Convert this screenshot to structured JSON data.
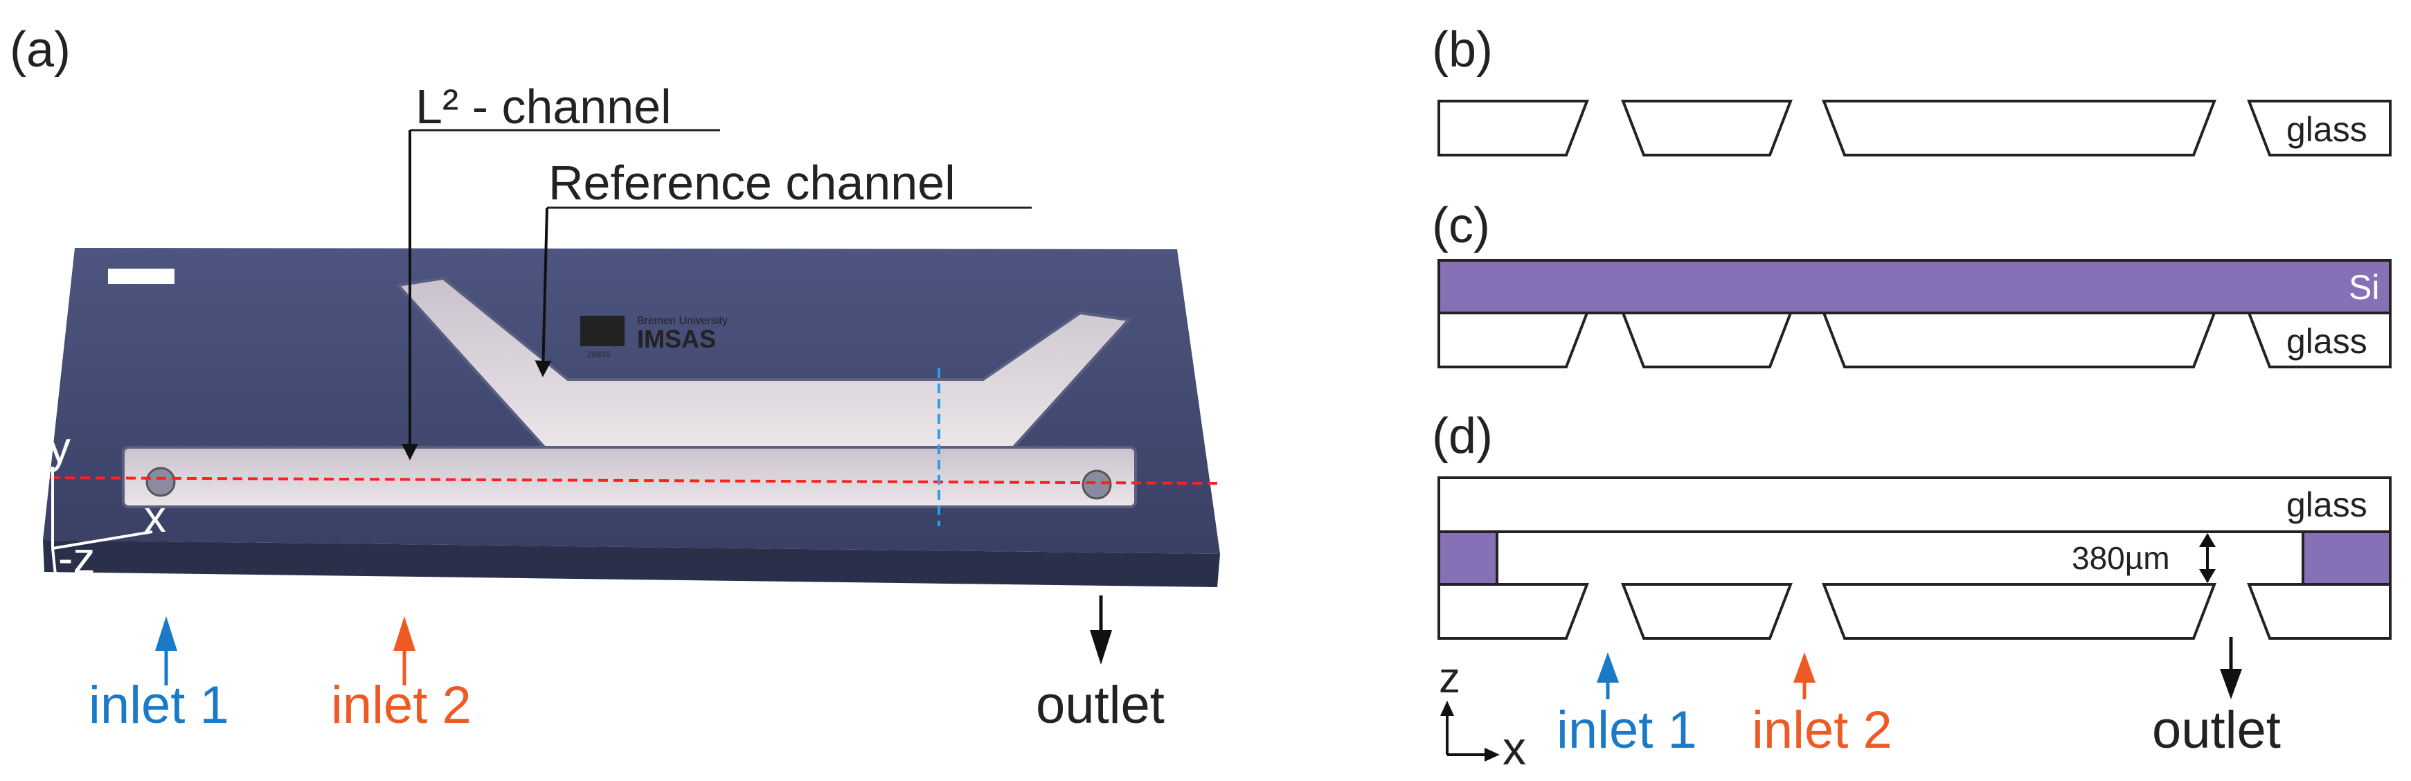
{
  "panels": {
    "a": "(a)",
    "b": "(b)",
    "c": "(c)",
    "d": "(d)"
  },
  "photo": {
    "l2_channel": "L² - channel",
    "reference_channel": "Reference channel",
    "axis_y": "y",
    "axis_x": "x",
    "axis_minus_z": "-z",
    "logo_top": "Bremen University",
    "logo_main": "IMSAS",
    "logo_sub": "28835",
    "inlet1": "inlet 1",
    "inlet2": "inlet 2",
    "outlet": "outlet"
  },
  "cross_sections": {
    "glass": "glass",
    "si": "Si",
    "gap": "380µm",
    "axis_z": "z",
    "axis_x": "x",
    "inlet1": "inlet 1",
    "inlet2": "inlet 2",
    "outlet": "outlet"
  },
  "colors": {
    "inlet1": "#1a7ac8",
    "inlet2": "#ee5a24",
    "silicon": "#8670b6",
    "glass_outline": "#222222",
    "chip": "#3d4468",
    "red_guide": "#ff2020",
    "blue_guide": "#2aa0e8"
  }
}
